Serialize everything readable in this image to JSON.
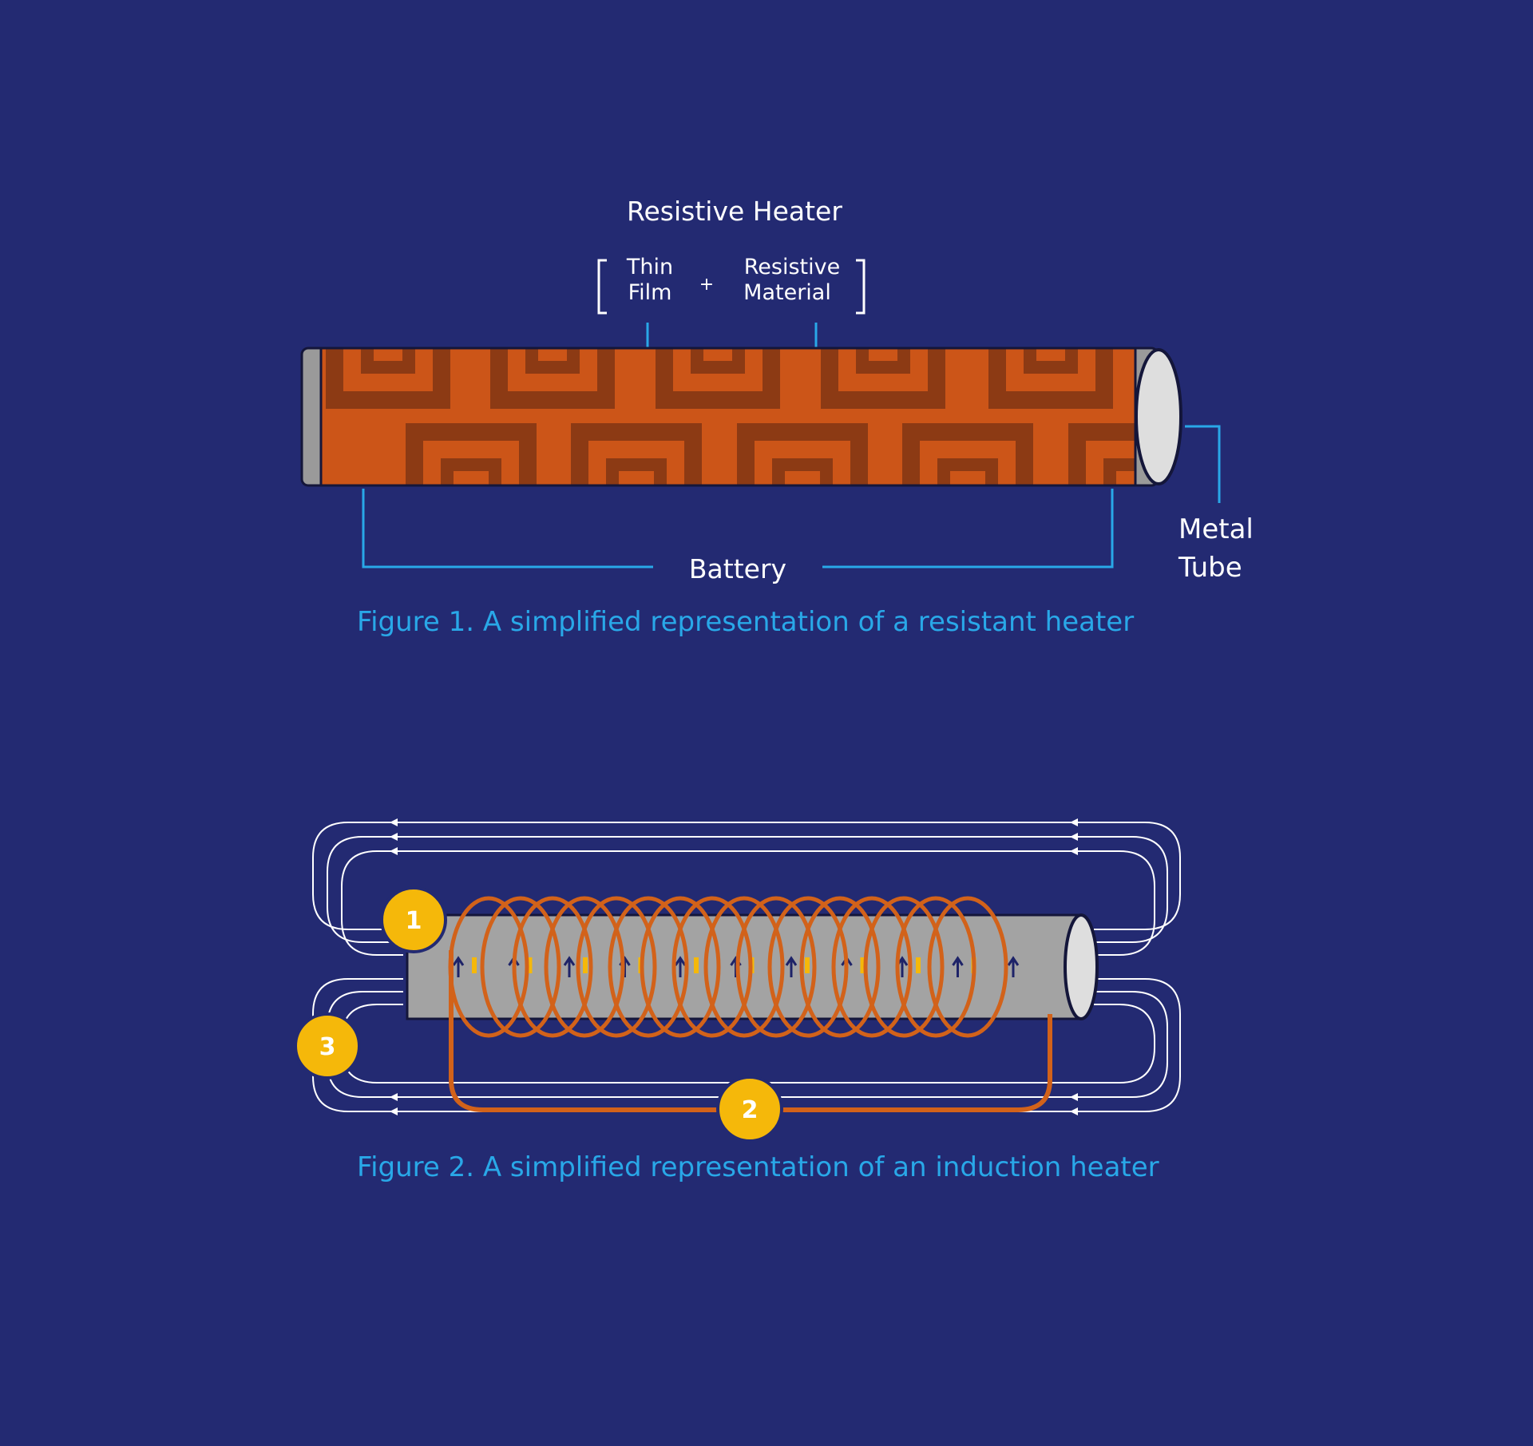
{
  "colors": {
    "background": "#232a72",
    "accent_blue": "#29a8e8",
    "copper": "#cc5518",
    "copper_dark": "#8c3a14",
    "coil": "#d2621a",
    "badge": "#f5b80a",
    "tube_grey": "#a3a3a3",
    "tube_end": "#dedede",
    "field_lines": "#ffffff"
  },
  "figure1": {
    "title": "Resistive Heater",
    "thin_film_line1": "Thin",
    "thin_film_line2": "Film",
    "plus": "+",
    "material_line1": "Resistive",
    "material_line2": "Material",
    "battery": "Battery",
    "metal_line1": "Metal",
    "metal_line2": "Tube",
    "caption": "Figure 1. A simplified representation of a resistant heater"
  },
  "figure2": {
    "badge1": "1",
    "badge2": "2",
    "badge3": "3",
    "caption": "Figure 2. A simplified representation of an induction heater"
  }
}
